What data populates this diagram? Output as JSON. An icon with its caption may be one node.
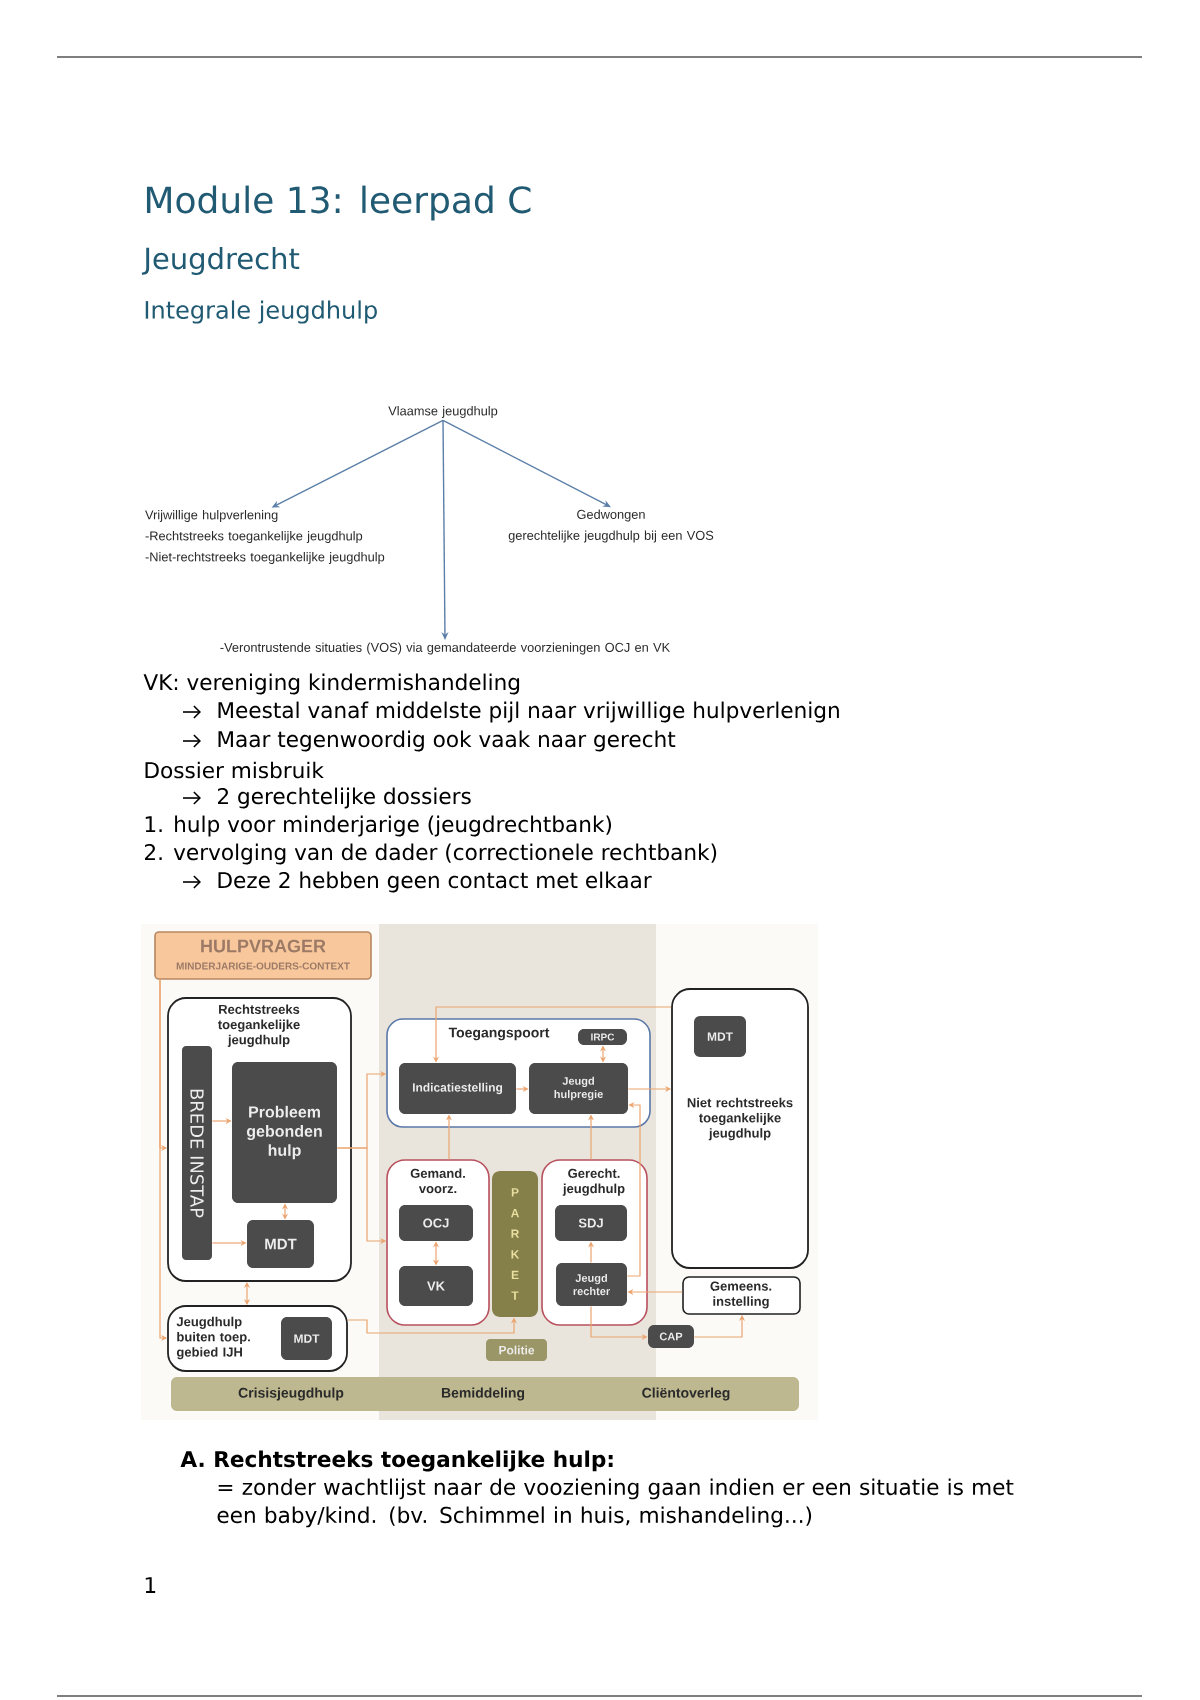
{
  "diagram": {
    "title": "Module 13: leerpad C",
    "nodes": [
      {
        "text": [
          "Vlaamse jeugdhulp"
        ]
      },
      {
        "text": [
          "Vrijwillige hulpverlening",
          "-Rechtstreeks toegankelijke jeugdhulp",
          "-Niet-rechtstreeks toegankelijke jeugdhulp"
        ]
      },
      {
        "text": [
          "Gedwongen",
          "gerechtelijke jeugdhulp bij een VOS"
        ]
      },
      {
        "text": [
          "-Verontrustende situaties (VOS) via gemandateerde voorzieningen OCJ en VK"
        ]
      },
      {
        "text": [
          "HULPVRAGER",
          "MINDERJARIGE-OUDERS-CONTEXT"
        ]
      },
      {
        "text": [
          "Rechtstreeks toegankelijke jeugdhulp"
        ]
      },
      {
        "text": [
          "BREDE INSTAP"
        ],
        "in": 5
      },
      {
        "text": [
          "Probleem gebonden hulp"
        ],
        "in": 5
      },
      {
        "text": [
          "MDT"
        ],
        "in": 5
      },
      {
        "text": [
          "Jeugdhulp buiten toep. gebied IJH"
        ]
      },
      {
        "text": [
          "MDT"
        ],
        "in": 9
      },
      {
        "text": [
          "Toegangspoort"
        ]
      },
      {
        "text": [
          "IRPC"
        ],
        "in": 11
      },
      {
        "text": [
          "Indicatiestelling"
        ],
        "in": 11
      },
      {
        "text": [
          "Jeugd hulpregie"
        ],
        "in": 11
      },
      {
        "text": [
          "Gemand. voorz."
        ]
      },
      {
        "text": [
          "OCJ"
        ],
        "in": 15
      },
      {
        "text": [
          "VK"
        ],
        "in": 15
      },
      {
        "text": [
          "PARKET"
        ]
      },
      {
        "text": [
          "Gerecht. jeugdhulp"
        ]
      },
      {
        "text": [
          "SDJ"
        ],
        "in": 19
      },
      {
        "text": [
          "Jeugd rechter"
        ],
        "in": 19
      },
      {
        "text": [
          "Niet rechtstreeks toegankelijke jeugdhulp"
        ]
      },
      {
        "text": [
          "MDT"
        ],
        "in": 22
      },
      {
        "text": [
          "Gemeens. instelling"
        ]
      },
      {
        "text": [
          "CAP"
        ]
      },
      {
        "text": [
          "Politie"
        ]
      },
      {
        "text": [
          "Crisisjeugdhulp",
          "Bemiddeling",
          "Cliëntoverleg"
        ]
      }
    ],
    "edges": [
      {
        "from": 0,
        "to": 1,
        "arrow": "to",
        "color": "#5b7fa8"
      },
      {
        "from": 0,
        "to": 3,
        "arrow": "to",
        "color": "#5b7fa8"
      },
      {
        "from": 0,
        "to": 2,
        "arrow": "to",
        "color": "#5b7fa8"
      },
      {
        "from": 4,
        "to": 5,
        "arrow": "to"
      },
      {
        "from": 4,
        "to": 9,
        "arrow": "to"
      },
      {
        "from": 6,
        "to": 7,
        "arrow": "to"
      },
      {
        "from": 6,
        "to": 8,
        "arrow": "to"
      },
      {
        "from": 7,
        "to": 8,
        "arrow": "both"
      },
      {
        "from": 5,
        "to": 9,
        "arrow": "both"
      },
      {
        "from": 7,
        "to": 11,
        "arrow": "to"
      },
      {
        "from": 7,
        "to": 15,
        "arrow": "to"
      },
      {
        "from": 9,
        "to": 18,
        "arrow": "to"
      },
      {
        "from": 22,
        "to": 13,
        "arrow": "to"
      },
      {
        "from": 13,
        "to": 14,
        "arrow": "to"
      },
      {
        "from": 12,
        "to": 14,
        "arrow": "both"
      },
      {
        "from": 14,
        "to": 22,
        "arrow": "to"
      },
      {
        "from": 15,
        "to": 13,
        "arrow": "to"
      },
      {
        "from": 19,
        "to": 14,
        "arrow": "to"
      },
      {
        "from": 21,
        "to": 14,
        "arrow": "to"
      },
      {
        "from": 16,
        "to": 17,
        "arrow": "both"
      },
      {
        "from": 21,
        "to": 20,
        "arrow": "to"
      },
      {
        "from": 24,
        "to": 21,
        "arrow": "to"
      },
      {
        "from": 21,
        "to": 25,
        "arrow": "to"
      },
      {
        "from": 25,
        "to": 24,
        "arrow": "to"
      }
    ],
    "labels": [
      "Jeugdrecht",
      "Integrale jeugdhulp",
      "VK: vereniging kindermishandeling",
      "Meestal vanaf middelste pijl naar vrijwillige hulpverlenign",
      "Maar tegenwoordig ook vaak naar gerecht",
      "Dossier misbruik",
      "2 gerechtelijke dossiers",
      "1. hulp voor minderjarige (jeugdrechtbank)",
      "2. vervolging van de dader (correctionele rechtbank)",
      "Deze 2 hebben geen contact met elkaar",
      "A. Rechtstreeks toegankelijke hulp:",
      "= zonder wachtlijst naar de vooziening gaan indien er een situatie is met een baby/kind. (bv. Schimmel in huis, mishandeling...)",
      "1"
    ]
  }
}
